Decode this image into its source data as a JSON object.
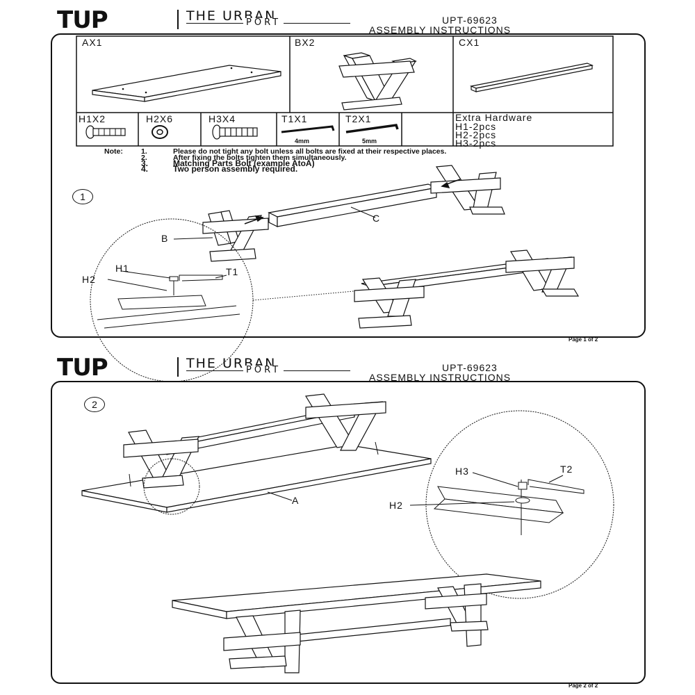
{
  "brand": {
    "logo": "TUP",
    "name_top": "THE URBAN",
    "name_bottom": "PORT"
  },
  "header": {
    "model": "UPT-69623",
    "title": "ASSEMBLY INSTRUCTIONS"
  },
  "parts": {
    "ax1": "AX1",
    "bx2": "BX2",
    "cx1": "CX1",
    "h1x2": "H1X2",
    "h2x6": "H2X6",
    "h3x4": "H3X4",
    "t1x1": "T1X1",
    "t1_size": "4mm",
    "t2x1": "T2X1",
    "t2_size": "5mm",
    "extra_title": "Extra Hardware",
    "extra_h1": "H1-2pcs",
    "extra_h2": "H2-2pcs",
    "extra_h3": "H3-2pcs"
  },
  "notes": {
    "label": "Note:",
    "items": [
      {
        "num": "1.",
        "text": "Please do not tight any bolt unless all bolts are fixed at their respective places."
      },
      {
        "num": "2.",
        "text": "After fixing the bolts tighten them simultaneously."
      },
      {
        "num": "3.",
        "text": "Matching Parts Bolt (example AtoA)"
      },
      {
        "num": "4.",
        "text": "Two person assembly required."
      }
    ]
  },
  "step1": {
    "number": "1",
    "label_b": "B",
    "label_c": "C",
    "label_h1": "H1",
    "label_h2": "H2",
    "label_t1": "T1"
  },
  "step2": {
    "number": "2",
    "label_a": "A",
    "label_h3": "H3",
    "label_t2": "T2",
    "label_h2": "H2"
  },
  "footer": {
    "page1": "Page 1 of 2",
    "page2": "Page 2 of 2"
  }
}
